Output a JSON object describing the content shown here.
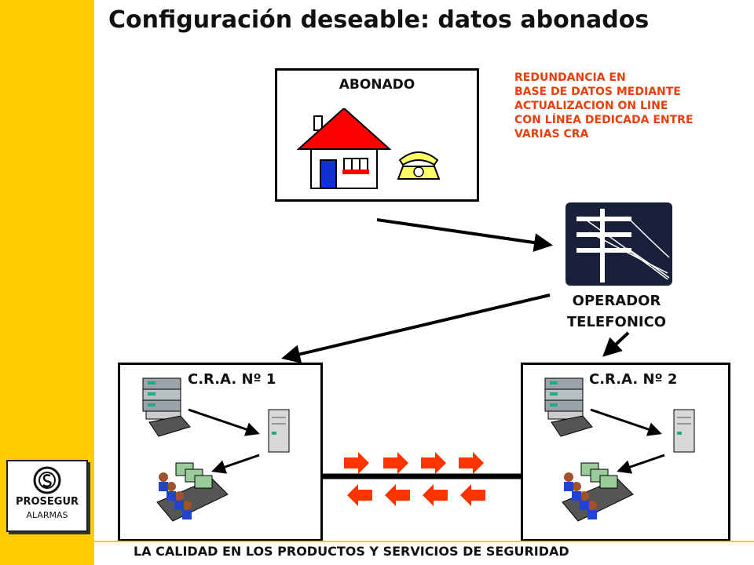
{
  "title": "Configuración deseable: datos abonados",
  "subscriber": {
    "label": "ABONADO"
  },
  "note": {
    "lines": [
      "REDUNDANCIA EN",
      "BASE DE DATOS MEDIANTE",
      "ACTUALIZACION ON LINE",
      "CON LÍNEA DEDICADA ENTRE",
      "VARIAS CRA"
    ],
    "color": "#E8400C"
  },
  "operator": {
    "line1": "OPERADOR",
    "line2": "TELEFONICO"
  },
  "cra1": {
    "label": "C.R.A. Nº 1"
  },
  "cra2": {
    "label": "C.R.A. Nº 2"
  },
  "footer": "LA CALIDAD EN LOS PRODUCTOS Y SERVICIOS DE SEGURIDAD",
  "logo": {
    "brand": "PROSEGUR",
    "sub": "ALARMAS"
  },
  "colors": {
    "sidebar": "#FFCC00",
    "arrows": "#FF3300",
    "roof": "#FF0000",
    "phone": "#FFFF66"
  }
}
